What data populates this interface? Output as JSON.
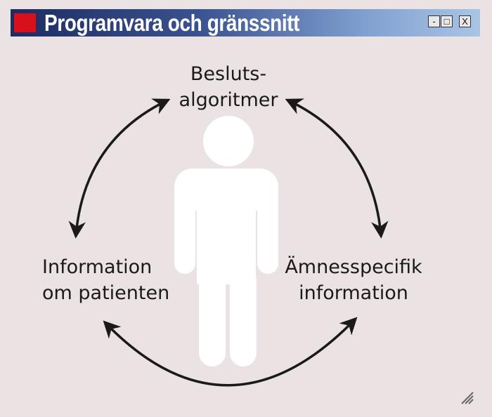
{
  "window": {
    "title": "Programvara och gränssnitt",
    "minimize": "-",
    "maximize": "□",
    "close": "X"
  },
  "diagram": {
    "top": {
      "line1": "Besluts-",
      "line2": "algoritmer"
    },
    "left": {
      "line1": "Information",
      "line2": "om patienten"
    },
    "right": {
      "line1": "Ämnesspecifik",
      "line2": "information"
    }
  },
  "colors": {
    "titlebar_start": "#1d2c62",
    "titlebar_end": "#a9c5e6",
    "app_icon": "#d8101c",
    "background": "#ebe3e3",
    "arrow": "#1a1a1a"
  }
}
